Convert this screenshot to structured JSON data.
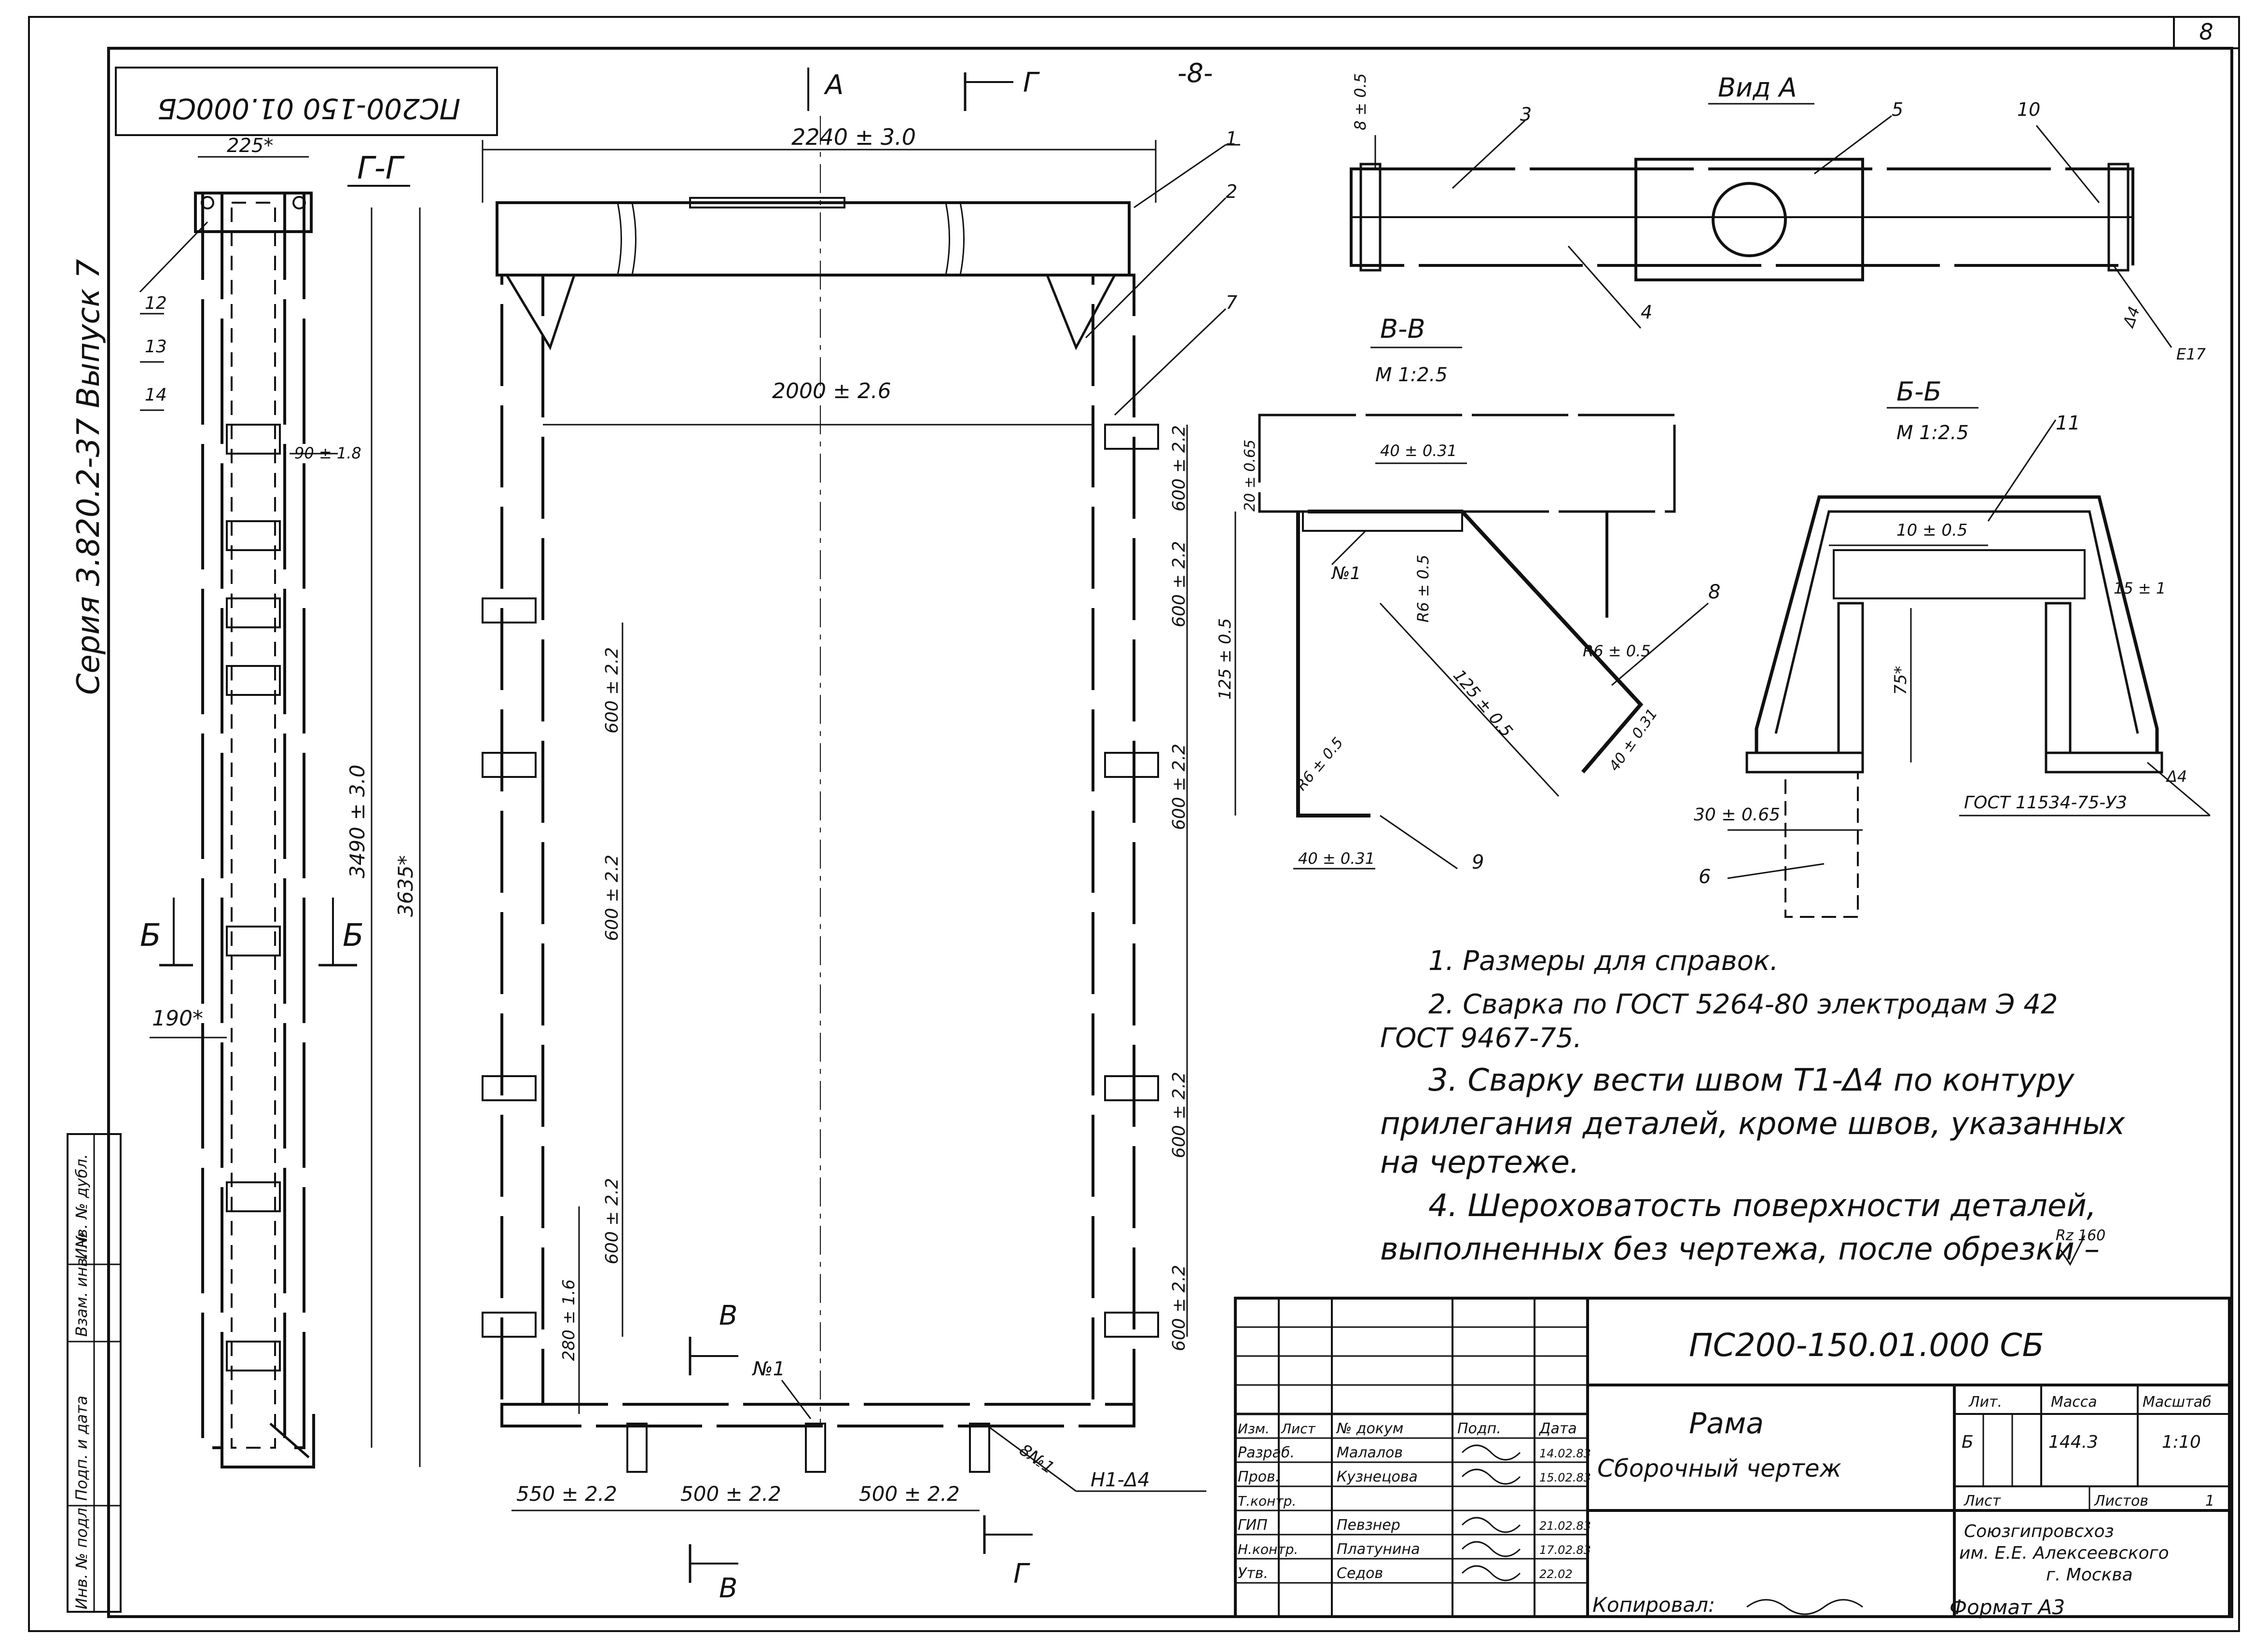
{
  "sheet": {
    "page_number": "8",
    "top_number": "-8-",
    "code_box": "ПС200-150 01.000СБ",
    "series": "Серия 3.820.2-37 Выпуск 7"
  },
  "left_view": {
    "section_title": "Г-Г",
    "dims": [
      "225*",
      "3490 ± 3.0",
      "3635*",
      "90 ± 1.8",
      "190*"
    ],
    "callouts": [
      "12",
      "13",
      "14"
    ],
    "section_marks": [
      "Б",
      "Б"
    ]
  },
  "frame_view": {
    "top_dim": "2240 ± 3.0",
    "inner_dim": "2000 ± 2.6",
    "view_markers": [
      "А",
      "Г",
      "Г",
      "В",
      "В"
    ],
    "callouts": [
      "1",
      "2",
      "7",
      "№1",
      "8№1"
    ],
    "right_dims": [
      "600 ± 2.2",
      "600 ± 2.2",
      "600 ± 2.2",
      "600 ± 2.2",
      "600 ± 2.2"
    ],
    "left_dims": [
      "600 ± 2.2",
      "600 ± 2.2",
      "600 ± 2.2",
      "280 ± 1.6"
    ],
    "bottom_dims": [
      "550 ± 2.2",
      "500 ± 2.2",
      "500 ± 2.2"
    ],
    "weld_label": "Н1-Δ4"
  },
  "view_a": {
    "title": "Вид А",
    "dim": "8 ± 0.5",
    "callouts": [
      "3",
      "4",
      "5",
      "10"
    ],
    "weld": "Δ4",
    "weld_label": "Е17"
  },
  "section_bb": {
    "title": "В-В",
    "scale": "М 1:2.5",
    "dims": [
      "40 ± 0.31",
      "20 ± 0.65",
      "125 ± 0.5",
      "R6 ± 0.5",
      "125 ± 0.5",
      "R6 ± 0.5",
      "40 ± 0.31",
      "R6 ± 0.5",
      "40 ± 0.31"
    ],
    "callouts": [
      "№1",
      "8",
      "9"
    ]
  },
  "section_b": {
    "title": "Б-Б",
    "scale": "М 1:2.5",
    "dims": [
      "10 ± 0.5",
      "75*",
      "15 ± 1",
      "30 ± 0.65"
    ],
    "callouts": [
      "11",
      "6"
    ],
    "weld_note": "ГОСТ 11534-75-У3",
    "weld": "Δ4"
  },
  "notes": [
    "1. Размеры для справок.",
    "2. Сварка по ГОСТ 5264-80 электродам Э 42",
    "ГОСТ 9467-75.",
    "3. Сварку вести швом Т1-Δ4 по контуру",
    "прилегания деталей, кроме швов, указанных",
    "на чертеже.",
    "4. Шероховатость поверхности деталей,",
    "выполненных без чертежа, после обрезки –",
    "Rz 160"
  ],
  "title_block": {
    "doc_code": "ПС200-150.01.000 СБ",
    "name": "Рама",
    "subtitle": "Сборочный чертеж",
    "col_headers": [
      "Изм.",
      "Лист",
      "№ докум",
      "Подп.",
      "Дата"
    ],
    "roles": [
      {
        "role": "Разраб.",
        "name": "Малалов",
        "date": "14.02.83"
      },
      {
        "role": "Пров.",
        "name": "Кузнецова",
        "date": "15.02.83"
      },
      {
        "role": "Т.контр.",
        "name": "",
        "date": ""
      },
      {
        "role": "ГИП",
        "name": "Певзнер",
        "date": "21.02.83"
      },
      {
        "role": "Н.контр.",
        "name": "Платунина",
        "date": "17.02.83"
      },
      {
        "role": "Утв.",
        "name": "Седов",
        "date": "22.02"
      }
    ],
    "lit_header": "Лит.",
    "mass_header": "Масса",
    "scale_header": "Масштаб",
    "lit_value": "Б",
    "mass_value": "144.3",
    "scale_value": "1:10",
    "sheet_label": "Лист",
    "sheets_label": "Листов",
    "sheets_value": "1",
    "org_line1": "Союзгипровсхоз",
    "org_line2": "им. Е.Е. Алексеевского",
    "org_line3": "г. Москва"
  },
  "stamp_left": {
    "labels": [
      "Инв. № подл.",
      "Подп. и дата",
      "Взам. инв. №",
      "Инв. № дубл."
    ]
  },
  "footer": {
    "copied": "Копировал:",
    "format": "Формат А3"
  }
}
